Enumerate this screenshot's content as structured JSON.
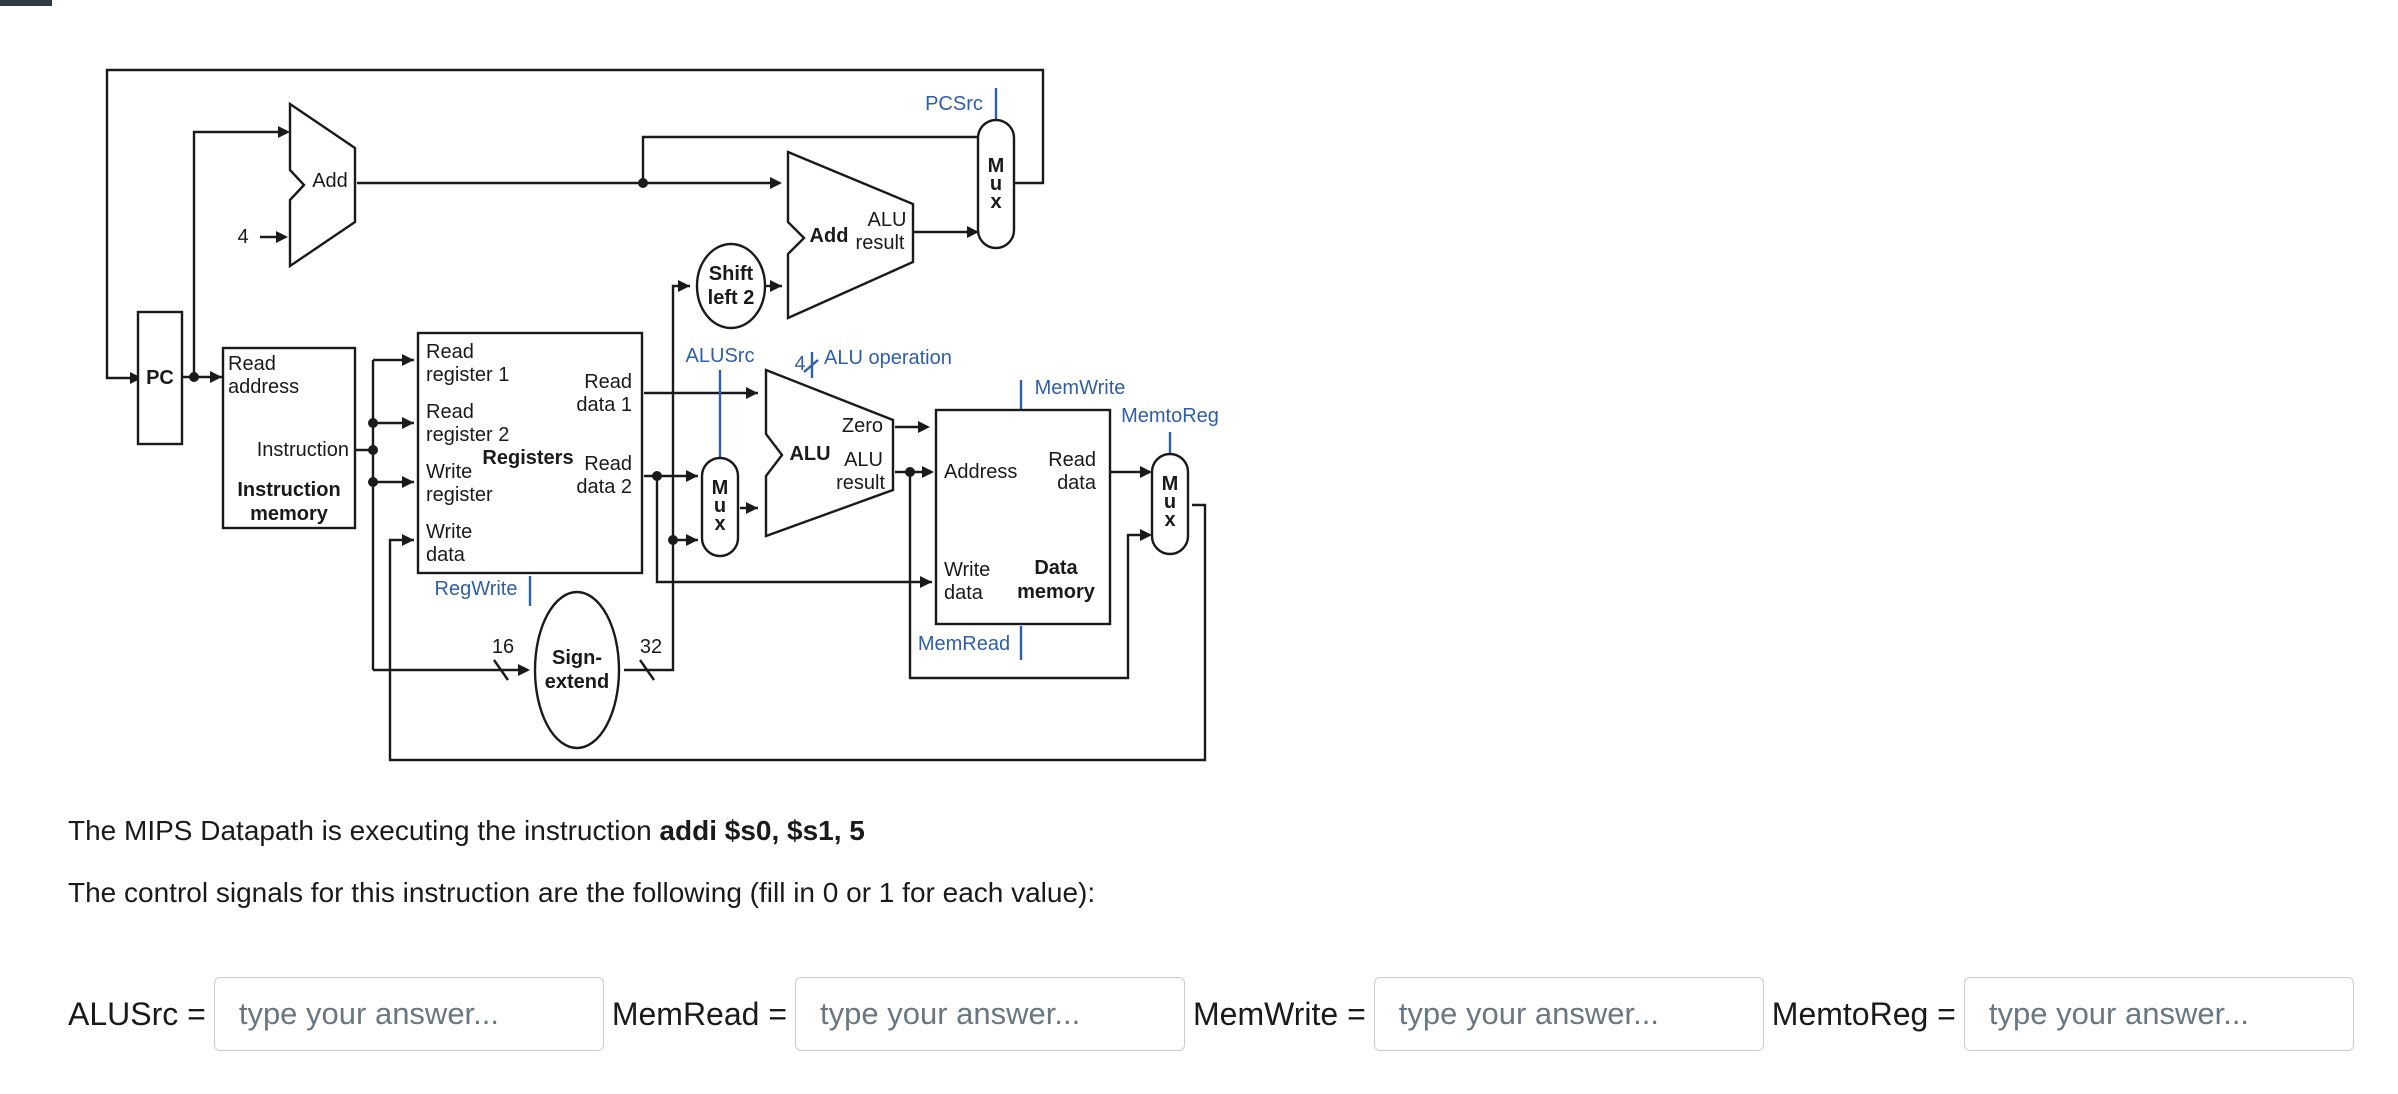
{
  "diagram": {
    "pc": "PC",
    "add_top": "Add",
    "four_const": "4",
    "add_branch": "Add",
    "alu_result_top": "ALU",
    "alu_result_bottom": "result",
    "shift_line1": "Shift",
    "shift_line2": "left 2",
    "pcsrc": "PCSrc",
    "mux_letters": [
      "M",
      "u",
      "x"
    ],
    "imem_read_line1": "Read",
    "imem_read_line2": "address",
    "imem_instruction": "Instruction",
    "imem_title_line1": "Instruction",
    "imem_title_line2": "memory",
    "reg_rr1_line1": "Read",
    "reg_rr1_line2": "register 1",
    "reg_rr2_line1": "Read",
    "reg_rr2_line2": "register 2",
    "reg_wr_line1": "Write",
    "reg_wr_line2": "register",
    "reg_wd_line1": "Write",
    "reg_wd_line2": "data",
    "reg_rd1_line1": "Read",
    "reg_rd1_line2": "data 1",
    "reg_rd2_line1": "Read",
    "reg_rd2_line2": "data 2",
    "reg_title": "Registers",
    "regwrite": "RegWrite",
    "alusrc": "ALUSrc",
    "alu_op_width": "4",
    "alu_operation": "ALU operation",
    "alu_zero": "Zero",
    "alu_title": "ALU",
    "alu_res_line1": "ALU",
    "alu_res_line2": "result",
    "memwrite": "MemWrite",
    "memtoreg": "MemtoReg",
    "memread": "MemRead",
    "dmem_address": "Address",
    "dmem_read_line1": "Read",
    "dmem_read_line2": "data",
    "dmem_write_line1": "Write",
    "dmem_write_line2": "data",
    "dmem_title_line1": "Data",
    "dmem_title_line2": "memory",
    "sign_line1": "Sign-",
    "sign_line2": "extend",
    "width_16": "16",
    "width_32": "32"
  },
  "question": {
    "line1_prefix": "The MIPS Datapath is executing the instruction ",
    "instruction": "addi $s0, $s1, 5",
    "line2": "The control signals for this instruction are the following (fill in 0 or 1 for each value):"
  },
  "answers": [
    {
      "label": "ALUSrc =",
      "placeholder": "type your answer...",
      "value": ""
    },
    {
      "label": "MemRead =",
      "placeholder": "type your answer...",
      "value": ""
    },
    {
      "label": "MemWrite =",
      "placeholder": "type your answer...",
      "value": ""
    },
    {
      "label": "MemtoReg =",
      "placeholder": "type your answer...",
      "value": ""
    }
  ]
}
